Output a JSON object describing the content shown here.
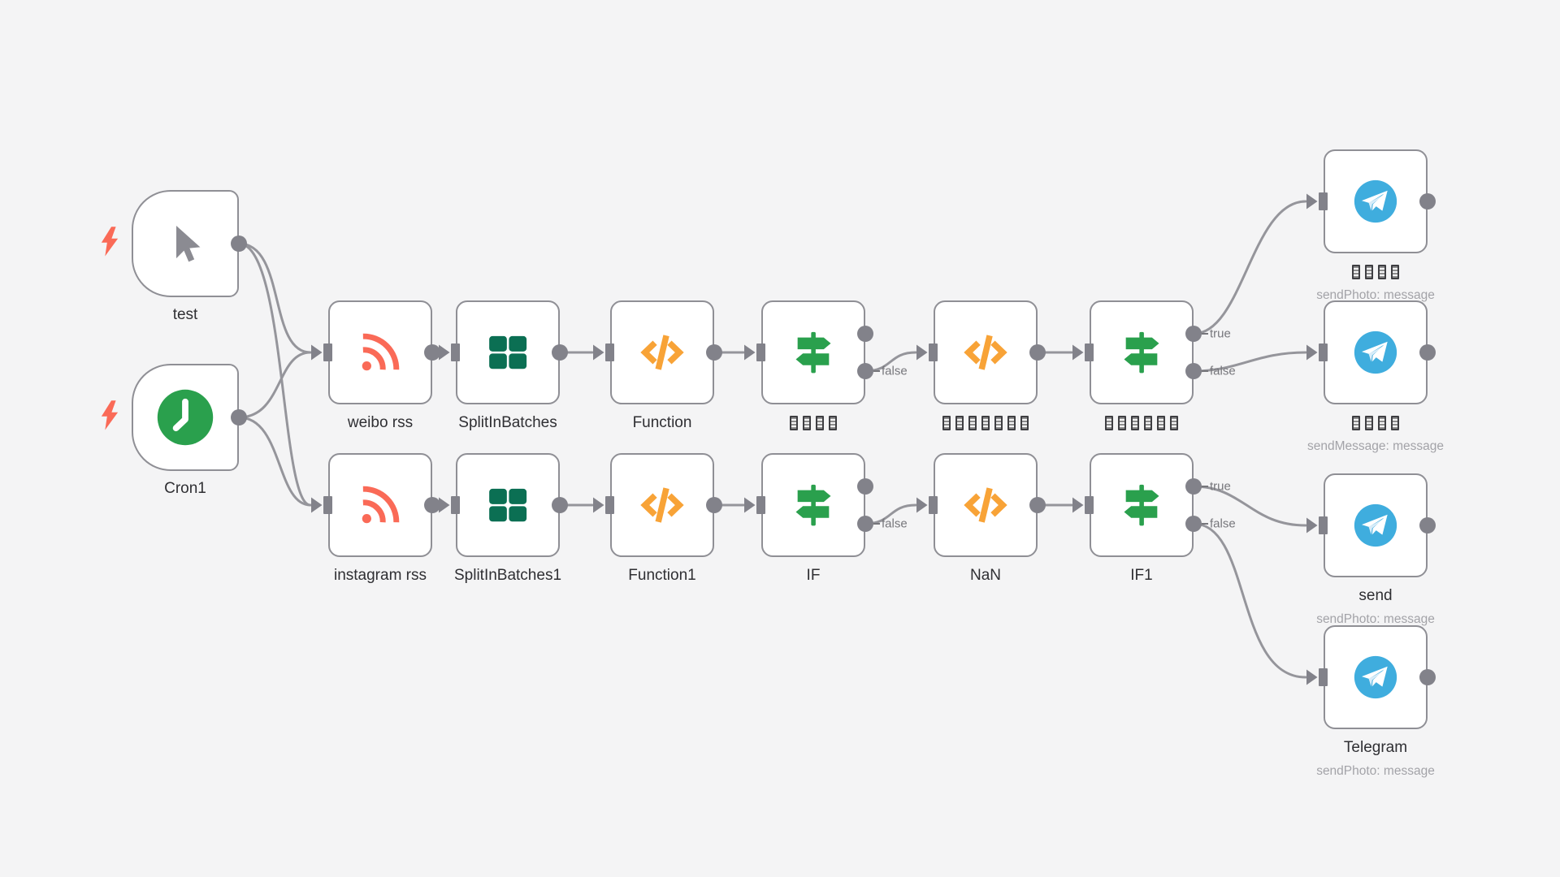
{
  "canvas": {
    "background": "#f4f4f5"
  },
  "port_labels": {
    "true_label": "true",
    "false_label": "false"
  },
  "colors": {
    "coral": "#fa6a57",
    "green": "#2aa04d",
    "dark_green": "#0b6f53",
    "orange": "#f8a337",
    "telegram_blue": "#3fadde",
    "connector_gray": "#82828a",
    "node_border": "#8f8f95"
  },
  "nodes": {
    "test": {
      "label": "test",
      "icon": "cursor"
    },
    "cron1": {
      "label": "Cron1",
      "icon": "clock"
    },
    "weibo_rss": {
      "label": "weibo rss",
      "icon": "rss"
    },
    "split_in_batches": {
      "label": "SplitInBatches",
      "icon": "grid"
    },
    "function": {
      "label": "Function",
      "icon": "code"
    },
    "if_top": {
      "label_boxes": 4,
      "icon": "signpost"
    },
    "code_top": {
      "label_boxes": 7,
      "icon": "code"
    },
    "if1_top": {
      "label_boxes": 6,
      "icon": "signpost"
    },
    "telegram1": {
      "label_boxes": 4,
      "subtitle": "sendPhoto: message",
      "icon": "telegram"
    },
    "telegram2": {
      "label_boxes": 4,
      "subtitle": "sendMessage: message",
      "icon": "telegram"
    },
    "instagram_rss": {
      "label": "instagram rss",
      "icon": "rss"
    },
    "split_in_batches1": {
      "label": "SplitInBatches1",
      "icon": "grid"
    },
    "function1": {
      "label": "Function1",
      "icon": "code"
    },
    "if": {
      "label": "IF",
      "icon": "signpost"
    },
    "nan": {
      "label": "NaN",
      "icon": "code"
    },
    "if1": {
      "label": "IF1",
      "icon": "signpost"
    },
    "telegram_send": {
      "label": "send",
      "subtitle": "sendPhoto: message",
      "icon": "telegram"
    },
    "telegram": {
      "label": "Telegram",
      "subtitle": "sendPhoto: message",
      "icon": "telegram"
    }
  }
}
